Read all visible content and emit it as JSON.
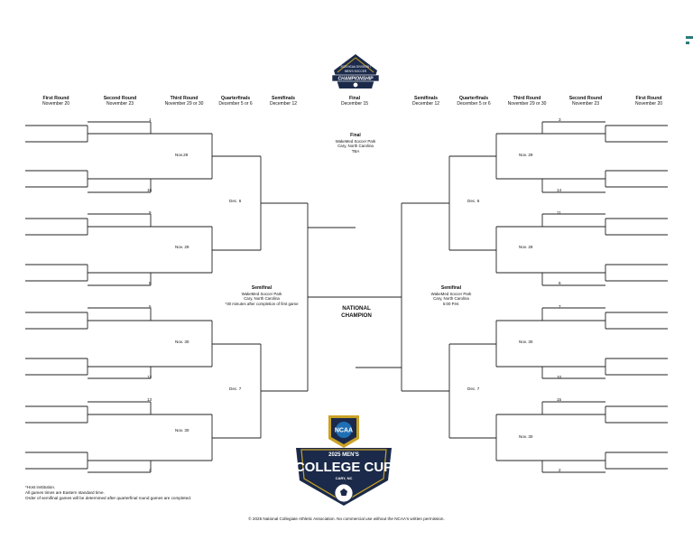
{
  "logo_top": {
    "line1": "2025 NCAA DIVISION I",
    "line2": "MEN'S SOCCER",
    "line3": "CHAMPIONSHIP"
  },
  "headers_left": [
    {
      "round": "First Round",
      "date": "November 20"
    },
    {
      "round": "Second Round",
      "date": "November 23"
    },
    {
      "round": "Third Round",
      "date": "November 29 or 30"
    },
    {
      "round": "Quarterfinals",
      "date": "December 5 or 6"
    },
    {
      "round": "Semifinals",
      "date": "December 12"
    }
  ],
  "header_center": {
    "round": "Final",
    "date": "December 15"
  },
  "headers_right": [
    {
      "round": "Semifinals",
      "date": "December 12"
    },
    {
      "round": "Quarterfinals",
      "date": "December 5 or 6"
    },
    {
      "round": "Third Round",
      "date": "November 29 or 30"
    },
    {
      "round": "Second Round",
      "date": "November 23"
    },
    {
      "round": "First Round",
      "date": "November 20"
    }
  ],
  "final_info": {
    "title": "Final",
    "venue": "WakeMed Soccer Park",
    "city": "Cary, North Carolina",
    "time": "TBA"
  },
  "semi_left": {
    "title": "Semifinal",
    "venue": "WakeMed Soccer Park",
    "city": "Cary, North Carolina",
    "time": "*30 minutes after completion of first game"
  },
  "semi_right": {
    "title": "Semifinal",
    "venue": "WakeMed Soccer Park",
    "city": "Cary, North Carolina",
    "time": "5:00 P.M."
  },
  "champion": {
    "line1": "NATIONAL",
    "line2": "CHAMPION"
  },
  "left_third_round_dates": [
    "Nov.29",
    "Nov. 29",
    "Nov. 30",
    "Nov. 30"
  ],
  "right_third_round_dates": [
    "Nov. 29",
    "Nov. 29",
    "Nov. 30",
    "Nov. 30"
  ],
  "left_quarter_dates": [
    "Dec. 6",
    "Dec. 7"
  ],
  "right_quarter_dates": [
    "Dec. 6",
    "Dec. 7"
  ],
  "left_seeds": [
    "1",
    "16",
    "9",
    "8",
    "5",
    "12",
    "13",
    "4"
  ],
  "right_seeds": [
    "3",
    "14",
    "11",
    "6",
    "7",
    "10",
    "15",
    "2"
  ],
  "notes": [
    "*Host institution.",
    "All games times are Eastern standard time.",
    "Order of semifinal games will be determined after quarterfinal round games are completed."
  ],
  "footer": "© 2025 National Collegiate Athletic Association. No commercial use without the NCAA's written permission.",
  "logo_bottom": {
    "badge": "NCAA",
    "line1": "2025 MEN'S",
    "line2": "COLLEGE CUP",
    "line3": "CARY, NC"
  },
  "colors": {
    "navy": "#1b2a4a",
    "gold": "#c9a227",
    "line": "#222222"
  }
}
